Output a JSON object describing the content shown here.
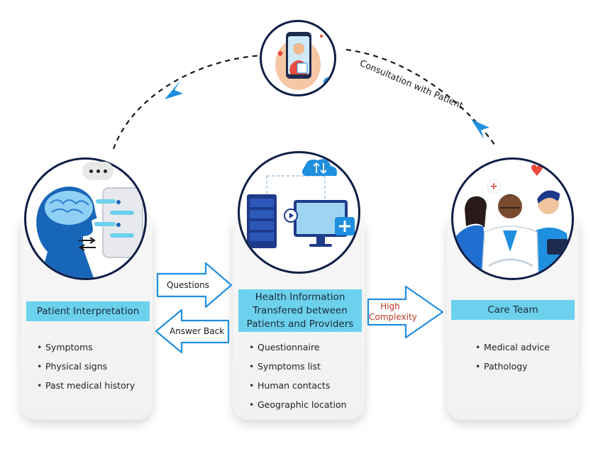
{
  "top_arc": {
    "label": "Consultation with Patient"
  },
  "patient": {
    "title": "Patient Interpretation",
    "items": [
      "Symptoms",
      "Physical signs",
      "Past medical history"
    ]
  },
  "health_info": {
    "title_lines": [
      "Health Information",
      "Transfered between",
      "Patients and Providers"
    ],
    "items": [
      "Questionnaire",
      "Symptoms list",
      "Human contacts",
      "Geographic location"
    ]
  },
  "care_team": {
    "title": "Care Team",
    "items": [
      "Medical advice",
      "Pathology"
    ]
  },
  "arrows": {
    "questions": "Questions",
    "answer_back": "Answer Back",
    "high_complexity_lines": [
      "High",
      "Complexity"
    ]
  },
  "colors": {
    "accent_blue": "#1f8fe0",
    "label_bar": "#6cd1ec",
    "dark_navy": "#0e1e47",
    "high_text": "#c0392b"
  }
}
